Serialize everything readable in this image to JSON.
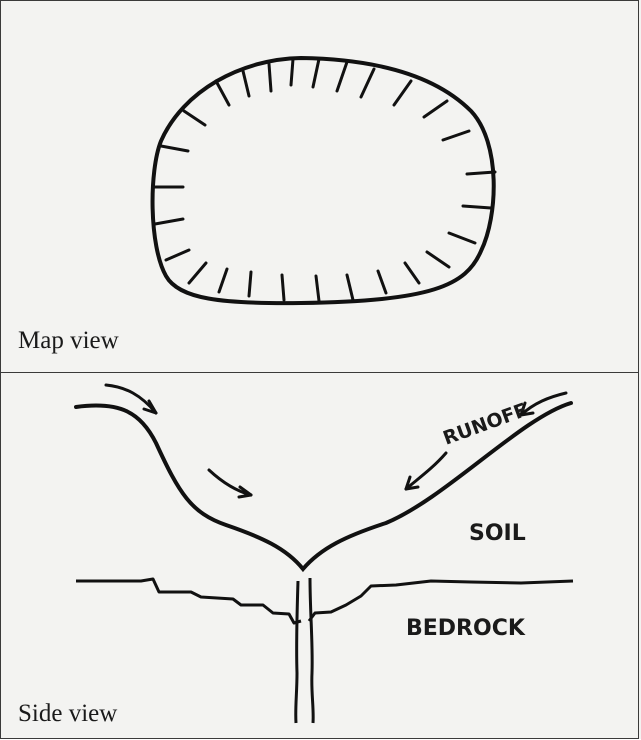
{
  "map_panel": {
    "caption": "Map view"
  },
  "side_panel": {
    "caption": "Side view",
    "labels": {
      "runoff": "RUNOFF",
      "soil": "SOIL",
      "bedrock": "BEDROCK"
    }
  }
}
